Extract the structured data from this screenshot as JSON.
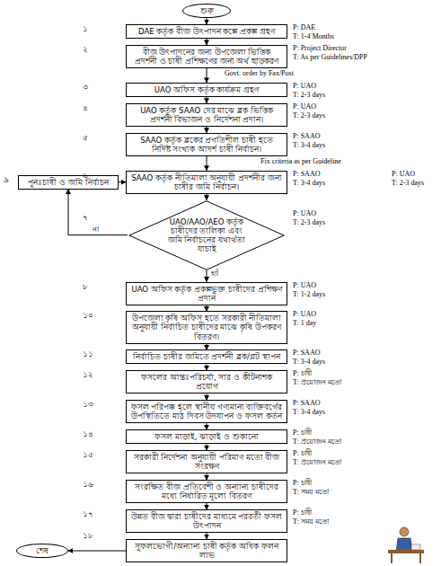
{
  "diagram": {
    "nodes": [
      {
        "text": [
          "শুরু"
        ]
      },
      {
        "text": [
          "DAE কর্তৃক বীজ উৎপাদন কল্পে প্রকল্প গ্রহণ"
        ]
      },
      {
        "text": [
          "বীজ উৎপাদনের জন্য উপজেলা ভিত্তিক প্রদর্শনী ও চাষী প্রশিক্ষণের জন্য অর্থ ছাড়করণ"
        ]
      },
      {
        "text": [
          "UAO অফিস কর্তৃক কার্যক্রম গ্রহণ"
        ]
      },
      {
        "text": [
          "UAO কর্তৃক SAAO দের মাঝে ব্লক ভিত্তিক প্রদর্শনী বিভাজন ও নির্দেশনা প্রদান।"
        ]
      },
      {
        "text": [
          "SAAO কর্তৃক ব্লকের প্রগতিশীল চাষী হতে নির্দিষ্ট সংখ্যক আদর্শ চাষী নির্বাচন।"
        ]
      },
      {
        "text": [
          "SAAO কর্তৃক নীতিমালা অনুযায়ী প্রদর্শনীর জন্য চাষীর জমি নির্বাচন।"
        ]
      },
      {
        "text": [
          "পুনঃচাষী ও জমি নির্বাচন"
        ]
      },
      {
        "text": [
          "UAO/AAO/AEO কর্তৃক চাষীদের তালিকা এবং জমি নির্বাচনের যথার্থতা যাচাই"
        ]
      },
      {
        "text": [
          "UAO অফিস কর্তৃক প্রকল্পভুক্ত চাষীদের প্রশিক্ষণ প্রদান"
        ]
      },
      {
        "text": [
          "উপজেলা কৃষি অফিস হতে সরকারী নীতিমালা অনুযায়ী নির্বাচিত চাষীদের মাঝে কৃষি উপকরণ বিতরণ।"
        ]
      },
      {
        "text": [
          "নির্বাচিত চাষীর জমিতে প্রদর্শনী ব্লক/প্লট স্থাপন"
        ]
      },
      {
        "text": [
          "ফসলের আন্তঃপরিচর্যা, সার ও কীটনাশক প্রয়োগ"
        ]
      },
      {
        "text": [
          "ফসল পরিপক্ক হলে স্থানীয় গণ্যমান্য ব্যক্তিবর্গের উপস্থিতিতে মাঠ দিবস উদযাপন ও ফসল কর্তন"
        ]
      },
      {
        "text": [
          "ফসল মাড়াই, ঝাড়াই ও শুকানো"
        ]
      },
      {
        "text": [
          "সরকারী নির্দেশনা অনুযায়ী পরিমাণ মতো বীজ সংরক্ষণ"
        ]
      },
      {
        "text": [
          "সংরক্ষিত বীজ প্রতিবেশী ও অন্যান্য চাষীদের মধ্যে নির্ধারিত মূল্যে বিতরণ"
        ]
      },
      {
        "text": [
          "উন্নত বীজ দ্বারা চাষীদের মাধ্যমে পরবর্তী ফসল উৎপাদন"
        ]
      },
      {
        "text": [
          "সুফলভোগী/অন্যান্য চাষী কর্তৃক অধিক ফলন লাভ"
        ]
      },
      {
        "text": [
          "শেষ"
        ]
      }
    ],
    "edges": [
      {
        "from": 0,
        "to": 1,
        "arrow": "to"
      },
      {
        "from": 1,
        "to": 2,
        "arrow": "to"
      },
      {
        "from": 2,
        "to": 3,
        "arrow": "to"
      },
      {
        "from": 3,
        "to": 4,
        "arrow": "to"
      },
      {
        "from": 4,
        "to": 5,
        "arrow": "to"
      },
      {
        "from": 5,
        "to": 6,
        "arrow": "to"
      },
      {
        "from": 6,
        "to": 8,
        "arrow": "to"
      },
      {
        "from": 8,
        "to": 9,
        "label": "হ্যাঁ",
        "arrow": "to"
      },
      {
        "from": 8,
        "to": 7,
        "label": "না",
        "arrow": "to"
      },
      {
        "from": 7,
        "to": 6,
        "arrow": "to"
      },
      {
        "from": 9,
        "to": 10,
        "arrow": "to"
      },
      {
        "from": 10,
        "to": 11,
        "arrow": "to"
      },
      {
        "from": 11,
        "to": 12,
        "arrow": "to"
      },
      {
        "from": 12,
        "to": 13,
        "arrow": "to"
      },
      {
        "from": 13,
        "to": 14,
        "arrow": "to"
      },
      {
        "from": 14,
        "to": 15,
        "arrow": "to"
      },
      {
        "from": 15,
        "to": 16,
        "arrow": "to"
      },
      {
        "from": 16,
        "to": 17,
        "arrow": "to"
      },
      {
        "from": 17,
        "to": 18,
        "arrow": "to"
      },
      {
        "from": 18,
        "to": 19,
        "arrow": "to"
      }
    ],
    "labels": [
      "১",
      "P: DAE",
      "T: 1-4 Months",
      "২",
      "P: Project Director",
      "T: As per Guidelines/DPP",
      "Govt. order by Fax/Post",
      "৩",
      "P: UAO",
      "T: 2-3 days",
      "৪",
      "P: UAO",
      "T: 2-3 days",
      "৫",
      "P: SAAO",
      "T: 3-4 days",
      "Fix criteria as per Guideline",
      "৬",
      "P: SAAO",
      "T: 3-4 days",
      "৯",
      "P: UAO",
      "T: 2-3 days",
      "৭",
      "P: UAO",
      "T: 2-3 days",
      "৮",
      "P: UAO",
      "T: 1-2 days",
      "১০",
      "P: UAO",
      "T: 1 day",
      "১১",
      "P: SAAO",
      "T: 3-4 days",
      "১২",
      "P: চাষী",
      "T: প্রয়োজন মতো",
      "১৩",
      "P: SAAO",
      "T: 3-4 days",
      "১৪",
      "P: চাষী",
      "T: প্রয়োজন মতো",
      "১৫",
      "P: চাষী",
      "T: প্রয়োজন মতো",
      "১৬",
      "P: চাষী",
      "T: সময় মতো",
      "১৭",
      "P: চাষী",
      "T: সময় মতো",
      "১৮"
    ]
  }
}
